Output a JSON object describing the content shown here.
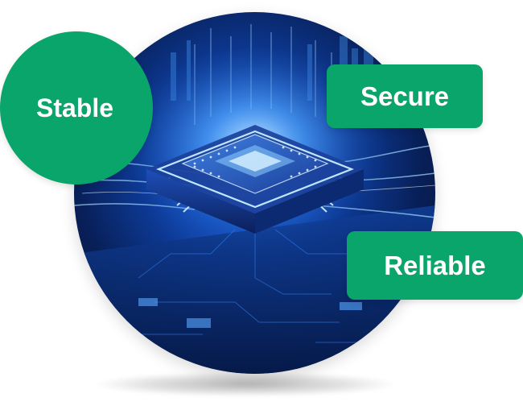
{
  "badges": {
    "stable": "Stable",
    "secure": "Secure",
    "reliable": "Reliable"
  },
  "illustration": {
    "subject": "microchip-processor",
    "colors": {
      "badge_green": "#0aa56a",
      "circuit_blue": "#1b5fd6",
      "glow": "#9fd8ff",
      "background": "#ffffff"
    }
  }
}
